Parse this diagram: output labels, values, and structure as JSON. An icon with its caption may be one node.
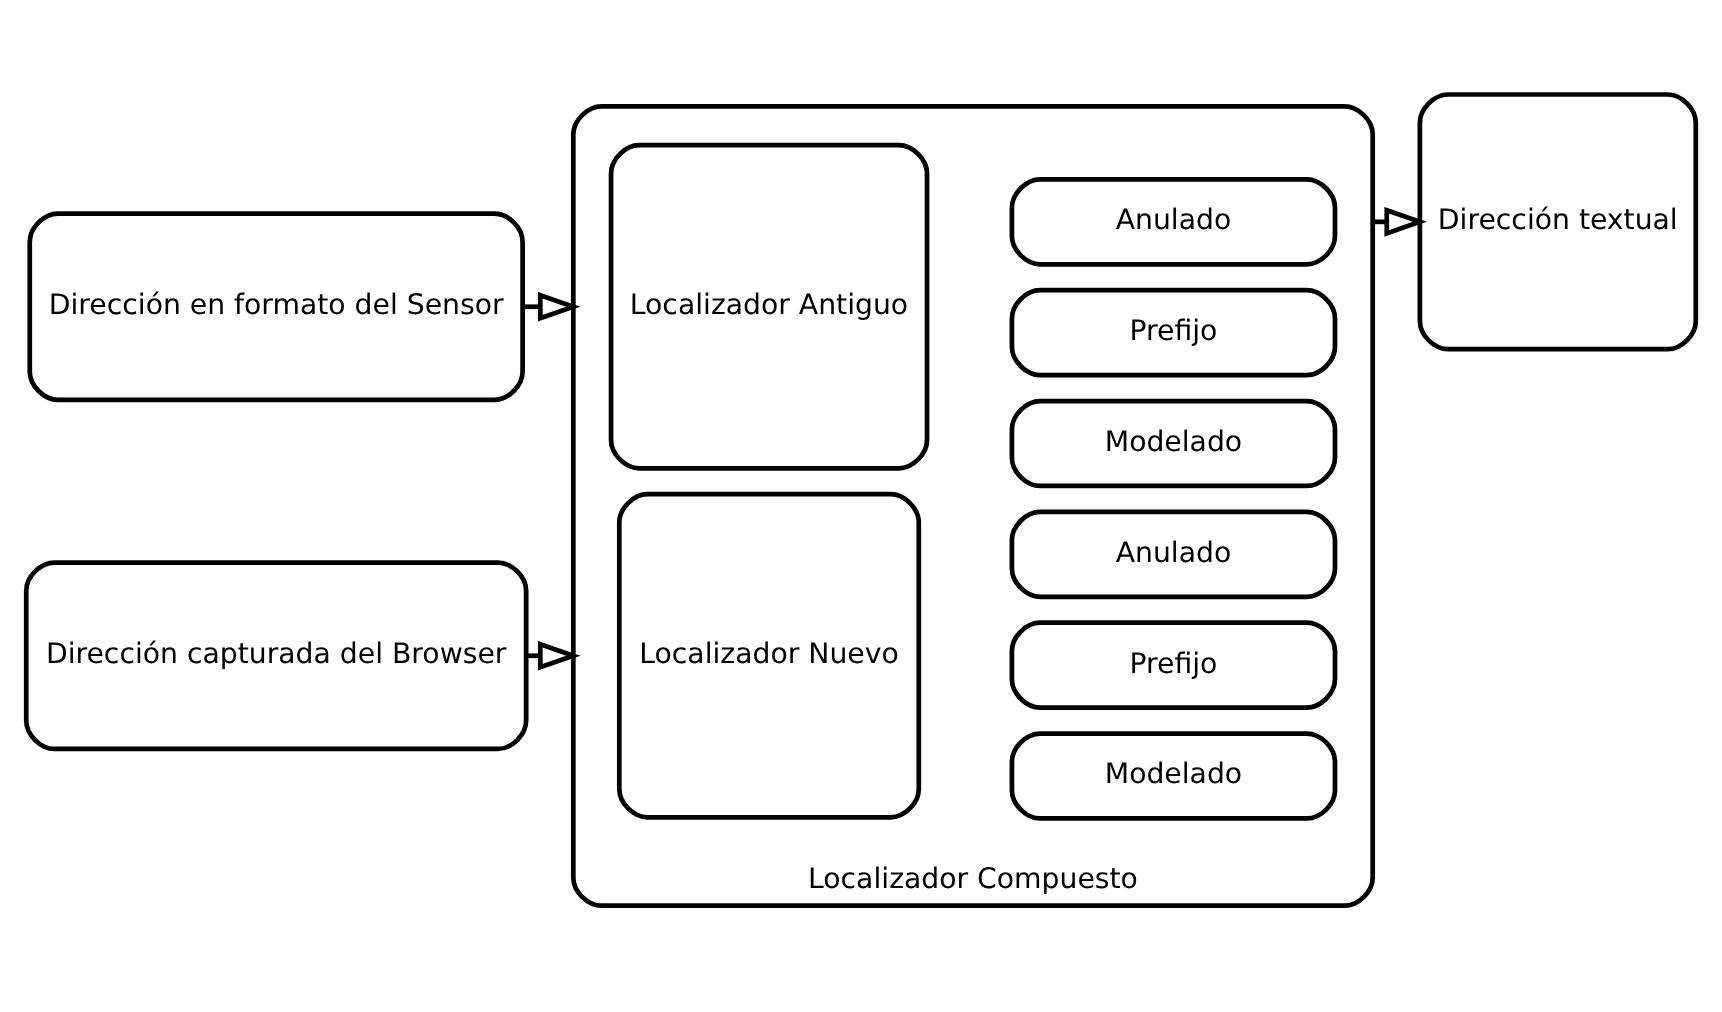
{
  "diagram": {
    "nodes": [
      {
        "text": [
          "Dirección en formato del Sensor"
        ]
      },
      {
        "text": [
          "Dirección capturada del Browser"
        ]
      },
      {
        "text": [
          "Localizador Compuesto"
        ]
      },
      {
        "text": [
          "Localizador Antiguo"
        ],
        "in": 2
      },
      {
        "text": [
          "Prefijo"
        ],
        "in": 2
      },
      {
        "text": [
          "Anulado"
        ],
        "in": 2
      },
      {
        "text": [
          "Modelado"
        ],
        "in": 2
      },
      {
        "text": [
          "Localizador Nuevo"
        ],
        "in": 2
      },
      {
        "text": [
          "Prefijo"
        ],
        "in": 2
      },
      {
        "text": [
          "Anulado"
        ],
        "in": 2
      },
      {
        "text": [
          "Modelado"
        ],
        "in": 2
      },
      {
        "text": [
          "Dirección textual"
        ]
      }
    ],
    "edges": [
      {
        "from": 0,
        "to": 2,
        "arrow": "to"
      },
      {
        "from": 1,
        "to": 2,
        "arrow": "to"
      },
      {
        "from": 2,
        "to": 11,
        "arrow": "to"
      }
    ]
  }
}
